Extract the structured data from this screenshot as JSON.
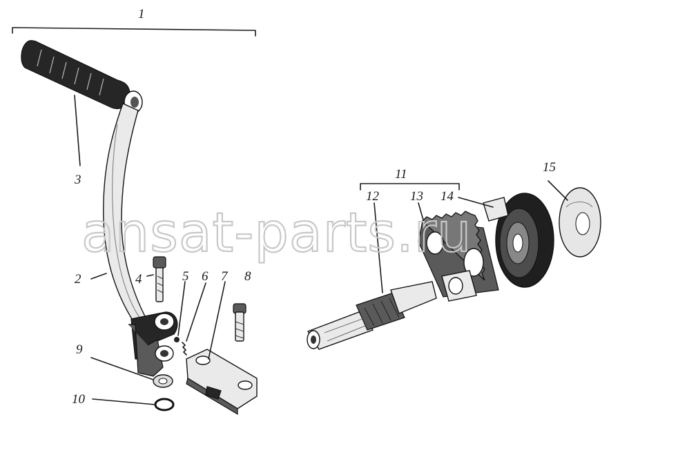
{
  "diagram": {
    "watermark": "ansat-parts.ru",
    "callouts": {
      "c1": "1",
      "c2": "2",
      "c3": "3",
      "c4": "4",
      "c5": "5",
      "c6": "6",
      "c7": "7",
      "c8": "8",
      "c9": "9",
      "c10": "10",
      "c11": "11",
      "c12": "12",
      "c13": "13",
      "c14": "14",
      "c15": "15"
    }
  }
}
